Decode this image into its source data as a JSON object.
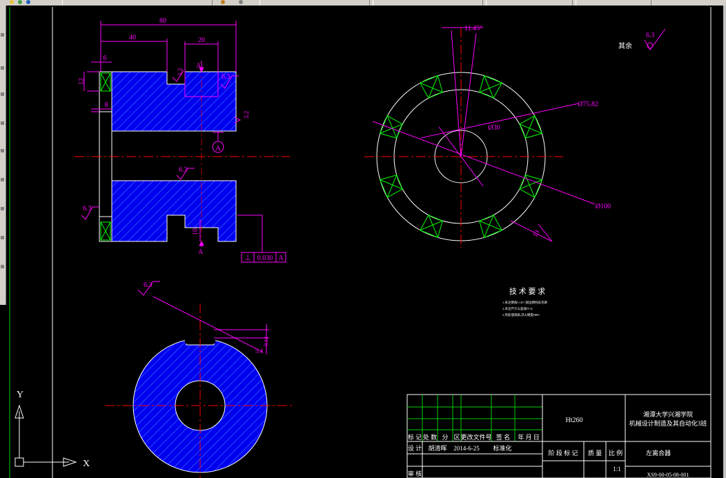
{
  "toolbar": {
    "left_label": "",
    "right_label": ""
  },
  "colors": {
    "background": "#000000",
    "part": "#0000ff",
    "hatch": "#3c6cff",
    "dimension": "#ff00ff",
    "center": "#ff0000",
    "outline": "#ffffff",
    "frame": "#00ff00"
  },
  "side_view": {
    "dims": {
      "overall": "80",
      "shoulder": "40",
      "slot": "20",
      "step": "6",
      "height": "12",
      "bore_step": "8",
      "slot_depth": "10"
    },
    "roughness": [
      "3.2",
      "6.3",
      "3.2",
      "6.3",
      "6.3"
    ],
    "datum": "A",
    "section_mark": "A",
    "tolerance": {
      "symbol": "⊥",
      "value": "0.030",
      "datum": "A"
    }
  },
  "front_view": {
    "angle": "11.45°",
    "d_inner": "Ø30",
    "d_pitch": "Ø75.82",
    "d_outer": "Ø100",
    "tooth_width": "13"
  },
  "section_view": {
    "roughness": "6.3",
    "dim_a": "5.4",
    "dim_b": "0.12"
  },
  "surface_note": {
    "label": "其余",
    "value": "6.3"
  },
  "tech_req": {
    "title": "技 术 要 求",
    "lines": [
      "1.未注倒角1×45°,锐边倒钝去毛刺",
      "2.未注尺寸公差按IT14",
      "3.热处理调质,淬火硬度HRC"
    ]
  },
  "title_block": {
    "material": "Ht260",
    "school": "湘潭大学兴湘学院",
    "class": "机械设计制造及其自动化3班",
    "part_name": "左离合器",
    "drawing_no": "XS9-00-05-08-001",
    "scale": "1:1",
    "header_row": [
      "标 记",
      "处 数",
      "分",
      "区",
      "更改文件号",
      "签 名",
      "年 月 日"
    ],
    "design_row": {
      "role": "设 计",
      "name": "胡清晖",
      "date": "2014-6-25",
      "std": "标准化"
    },
    "stage_row": [
      "阶 段 标 记",
      "质 量",
      "比 例"
    ],
    "review": "审 核"
  },
  "ucs": {
    "x": "X",
    "y": "Y"
  }
}
